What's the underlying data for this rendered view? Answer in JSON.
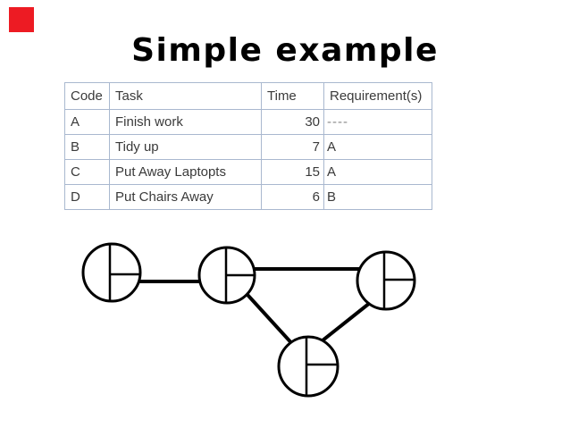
{
  "slide": {
    "title": "Simple example",
    "background_color": "#ffffff",
    "accent_square_color": "#ed1b23"
  },
  "table": {
    "border_color": "#a9b8cf",
    "text_color": "#3a3a3a",
    "headers": [
      "Code",
      "Task",
      "Time",
      "Requirement(s)"
    ],
    "rows": [
      {
        "code": "A",
        "task": "Finish work",
        "time": "30",
        "requirements": "----"
      },
      {
        "code": "B",
        "task": "Tidy up",
        "time": "7",
        "requirements": "A"
      },
      {
        "code": "C",
        "task": "Put Away Laptopts",
        "time": "15",
        "requirements": "A"
      },
      {
        "code": "D",
        "task": "Put Chairs Away",
        "time": "6",
        "requirements": "B"
      }
    ]
  },
  "diagram": {
    "type": "activity-network",
    "stroke_color": "#000000",
    "node_count": 4,
    "nodes": [
      "node-1",
      "node-2",
      "node-3",
      "node-4"
    ],
    "edges": [
      {
        "from": "node-1",
        "to": "node-2"
      },
      {
        "from": "node-2",
        "to": "node-3"
      },
      {
        "from": "node-2",
        "to": "node-4"
      },
      {
        "from": "node-3",
        "to": "node-4"
      }
    ]
  }
}
